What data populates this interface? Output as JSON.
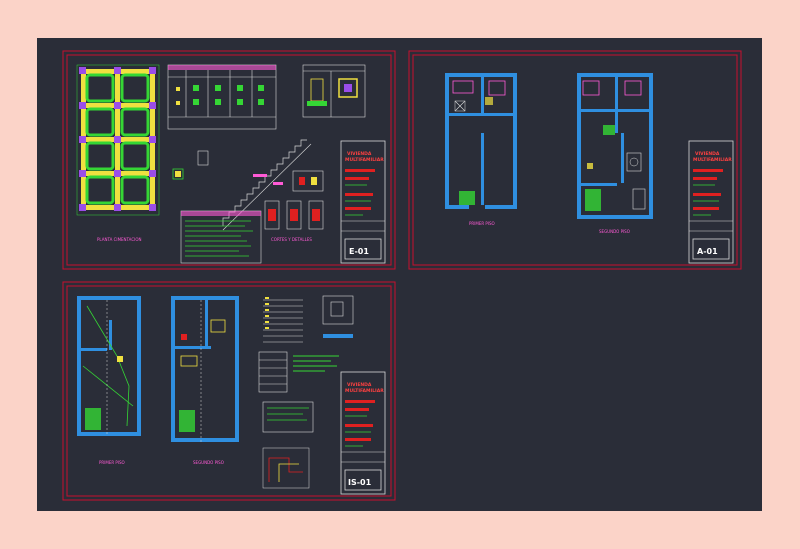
{
  "sheets": [
    {
      "id": "E-01",
      "plan_titles": [
        "PLANTA CIMENTACION",
        "CORTES Y DETALLES"
      ],
      "project": [
        "VIVIENDA",
        "MULTIFAMILIAR"
      ]
    },
    {
      "id": "A-01",
      "plan_titles": [
        "PRIMER PISO",
        "SEGUNDO PISO"
      ],
      "project": [
        "VIVIENDA",
        "MULTIFAMILIAR"
      ]
    },
    {
      "id": "IS-01",
      "plan_titles": [
        "PRIMER PISO",
        "SEGUNDO PISO"
      ],
      "project": [
        "VIVIENDA",
        "MULTIFAMILIAR"
      ]
    }
  ],
  "colors": {
    "background": "#fbd3c8",
    "model_space": "#2a2d38",
    "frame": "#c8102e",
    "walls": "#2f8fe0",
    "beams": "#f0e040",
    "columns": "#9a4de8",
    "text": "#ff5ad6"
  }
}
